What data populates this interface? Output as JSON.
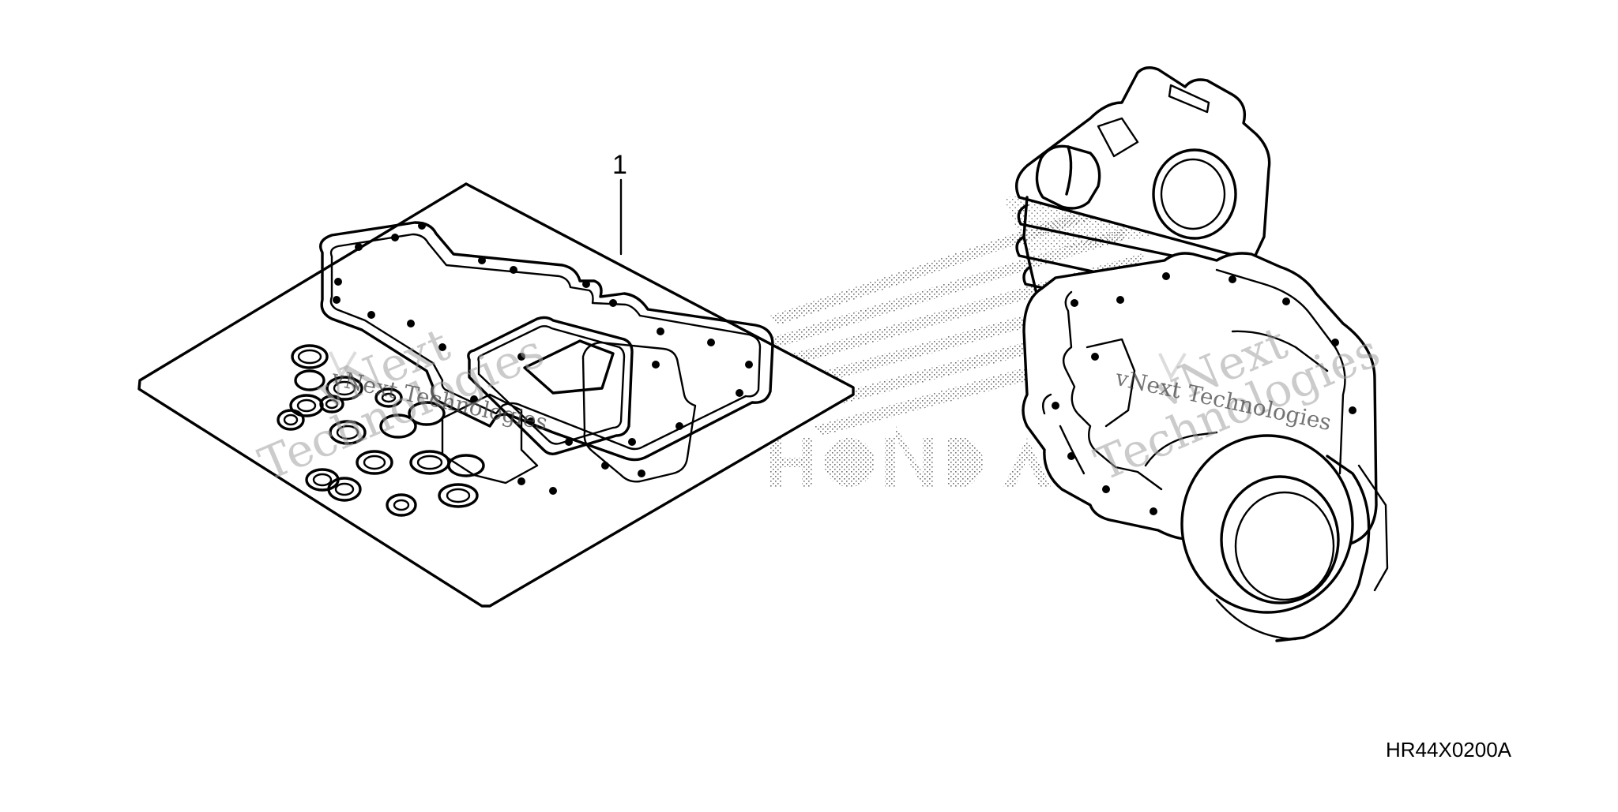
{
  "callout": {
    "number": "1"
  },
  "diagram_code": "HR44X0200A",
  "watermarks": {
    "brand_large": "vNext",
    "company_large": "Technologies",
    "brand_small": "vNext Technologies"
  },
  "logo": {
    "text": "HONDA",
    "color": "#000000"
  },
  "colors": {
    "line": "#000000",
    "background": "#ffffff",
    "watermark": "#a0a0a0"
  }
}
